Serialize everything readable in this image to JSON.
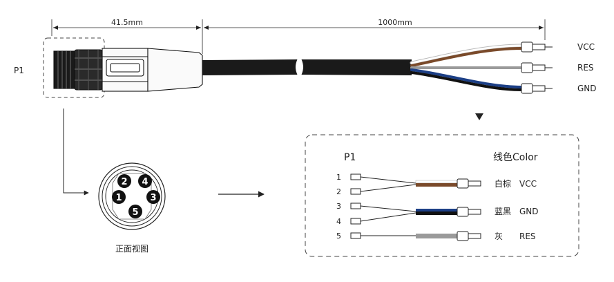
{
  "cable": {
    "connector_name": "P1",
    "dim_connector": "41.5mm",
    "dim_cable": "1000mm",
    "wire_ends": [
      {
        "label": "VCC",
        "color": "#7a4a2a",
        "stripe": "#ffffff"
      },
      {
        "label": "RES",
        "color": "#9a9a9a",
        "stripe": "#9a9a9a"
      },
      {
        "label": "GND",
        "color": "#1c3f86",
        "stripe": "#111111"
      }
    ]
  },
  "front_view": {
    "caption": "正面视图",
    "pins": [
      "1",
      "2",
      "4",
      "3",
      "5"
    ]
  },
  "pinout": {
    "title": "P1",
    "header": "线色Color",
    "pin_numbers": [
      "1",
      "2",
      "3",
      "4",
      "5"
    ],
    "rows": [
      {
        "color_name": "白棕",
        "signal": "VCC",
        "top": "#ffffff",
        "bottom": "#7a4a2a"
      },
      {
        "color_name": "蓝黑",
        "signal": "GND",
        "top": "#1c3f86",
        "bottom": "#111111"
      },
      {
        "color_name": "灰",
        "signal": "RES",
        "top": "#9a9a9a",
        "bottom": "#9a9a9a"
      }
    ]
  }
}
